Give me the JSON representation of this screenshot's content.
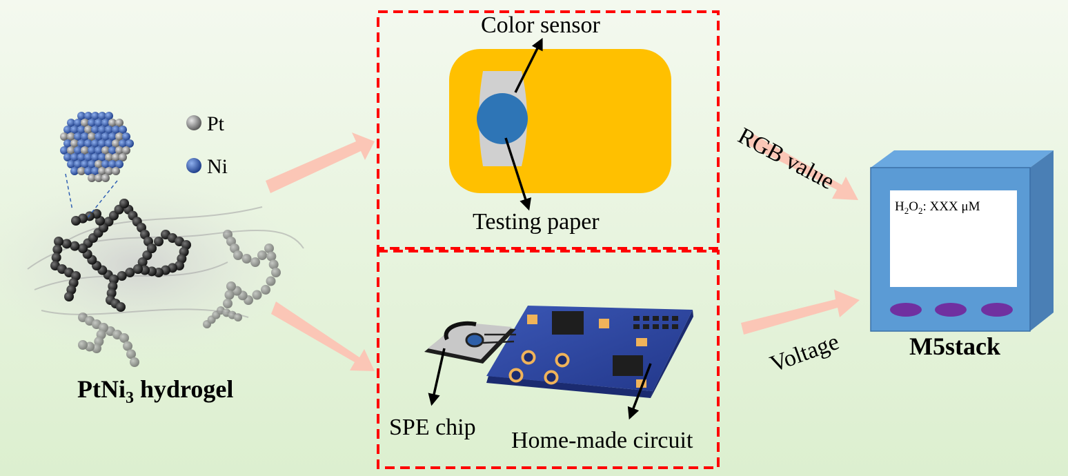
{
  "figure": {
    "hydrogel": {
      "formula_main": "PtNi",
      "formula_sub": "3",
      "formula_rest": " hydrogel"
    },
    "legend": [
      {
        "symbol": "Pt",
        "color": "#8a8a8a"
      },
      {
        "symbol": "Ni",
        "color": "#2f5fb3"
      }
    ],
    "colorimetric": {
      "sensor_label": "Color sensor",
      "paper_label": "Testing paper"
    },
    "electrochemical": {
      "chip_label": "SPE chip",
      "circuit_label": "Home-made circuit"
    },
    "signals": {
      "rgb_label": "RGB value",
      "voltage_label": "Voltage"
    },
    "device": {
      "name": "M5stack",
      "readout_prefix": "H",
      "readout_sub1": "2",
      "readout_mid": "O",
      "readout_sub2": "2",
      "readout_value": ": XXX μM"
    },
    "colors": {
      "sensor_body": "#ffc000",
      "sensor_dot": "#2e75b6",
      "device_face": "#5b9bd5",
      "device_side": "#4a7fb5",
      "button": "#7030a0",
      "dashed_box": "#ff0000",
      "arrow": "#fbc6b6"
    }
  }
}
